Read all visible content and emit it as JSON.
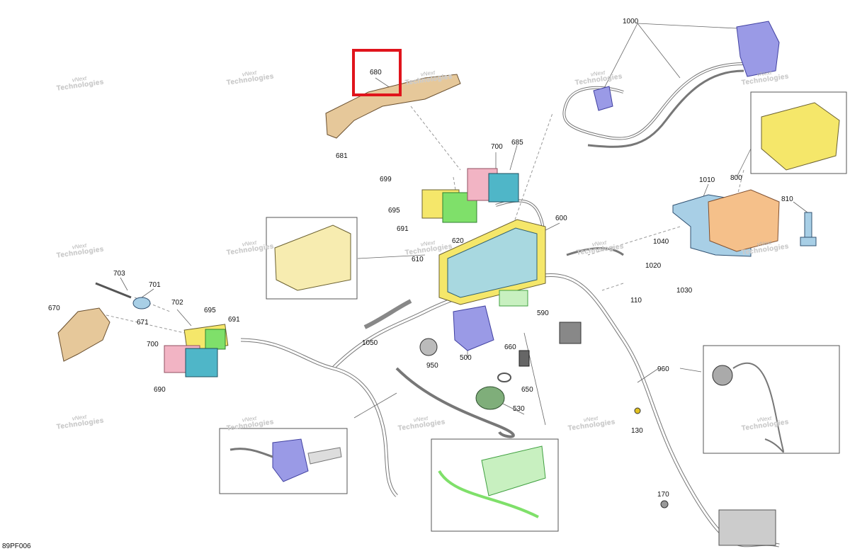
{
  "figure_code": "89PF006",
  "highlighted_part": "680",
  "watermark": {
    "line1": "vNext",
    "line2": "Technologies"
  },
  "callouts": [
    {
      "id": "c1000",
      "label": "1000"
    },
    {
      "id": "c680",
      "label": "680"
    },
    {
      "id": "c681",
      "label": "681"
    },
    {
      "id": "c700a",
      "label": "700"
    },
    {
      "id": "c685",
      "label": "685"
    },
    {
      "id": "c699",
      "label": "699"
    },
    {
      "id": "c695a",
      "label": "695"
    },
    {
      "id": "c691a",
      "label": "691"
    },
    {
      "id": "c620",
      "label": "620"
    },
    {
      "id": "c600",
      "label": "600"
    },
    {
      "id": "c610",
      "label": "610"
    },
    {
      "id": "c800",
      "label": "800"
    },
    {
      "id": "c1010",
      "label": "1010"
    },
    {
      "id": "c810",
      "label": "810"
    },
    {
      "id": "c1040",
      "label": "1040"
    },
    {
      "id": "c1020",
      "label": "1020"
    },
    {
      "id": "c1030",
      "label": "1030"
    },
    {
      "id": "c110",
      "label": "110"
    },
    {
      "id": "c703",
      "label": "703"
    },
    {
      "id": "c701",
      "label": "701"
    },
    {
      "id": "c702",
      "label": "702"
    },
    {
      "id": "c670",
      "label": "670"
    },
    {
      "id": "c671",
      "label": "671"
    },
    {
      "id": "c695b",
      "label": "695"
    },
    {
      "id": "c691b",
      "label": "691"
    },
    {
      "id": "c700b",
      "label": "700"
    },
    {
      "id": "c690",
      "label": "690"
    },
    {
      "id": "c1050",
      "label": "1050"
    },
    {
      "id": "c590",
      "label": "590"
    },
    {
      "id": "c950",
      "label": "950"
    },
    {
      "id": "c500",
      "label": "500"
    },
    {
      "id": "c660",
      "label": "660"
    },
    {
      "id": "c650",
      "label": "650"
    },
    {
      "id": "c530",
      "label": "530"
    },
    {
      "id": "c960",
      "label": "960"
    },
    {
      "id": "c130",
      "label": "130"
    },
    {
      "id": "c170",
      "label": "170"
    }
  ],
  "colors": {
    "highlight": "#e0141c",
    "yellow": "#f5e76a",
    "pink": "#f2b4c4",
    "green": "#7fe06a",
    "teal": "#4fb6c8",
    "blue": "#9a9ae6",
    "orange": "#f5c08a",
    "lightblue": "#a8cfe6",
    "tan": "#e6c89a"
  }
}
